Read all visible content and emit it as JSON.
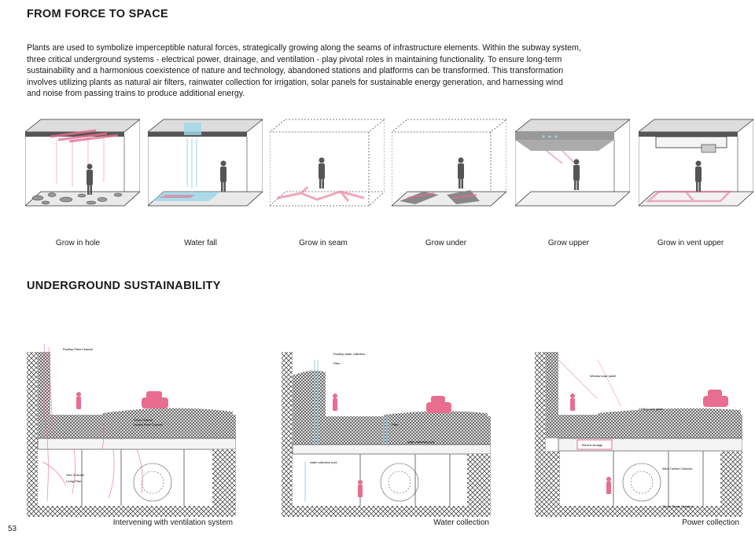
{
  "page": {
    "number": "53",
    "section1_title": "FROM FORCE TO SPACE",
    "section2_title": "UNDERGROUND SUSTAINABILITY",
    "intro_lines": [
      "Plants are used to symbolize imperceptible natural forces, strategically growing along the seams of infrastructure elements. Within the subway system,",
      "three critical underground systems - electrical power, drainage, and ventilation - play pivotal roles in maintaining functionality. To ensure long-term",
      "sustainability and a harmonious coexistence of nature and technology, abandoned stations and platforms can be transformed. This transformation",
      "involves utilizing plants as natural air filters, rainwater collection for irrigation, solar panels for sustainable energy generation, and harnessing wind",
      "and noise from passing trains to produce additional energy."
    ]
  },
  "diagrams": [
    {
      "caption": "Grow in hole"
    },
    {
      "caption": "Water fall"
    },
    {
      "caption": "Grow in seam"
    },
    {
      "caption": "Grow under"
    },
    {
      "caption": "Grow upper"
    },
    {
      "caption": "Grow in vent upper"
    }
  ],
  "sections": [
    {
      "caption": "Intervening with ventilation system",
      "labels": [
        "Rooftop Plant Channel",
        "Grow Channel",
        "Sealed Plant Channel",
        "Vent Channel",
        "Living Filter"
      ]
    },
    {
      "caption": "Water collection",
      "labels": [
        "Rooftop water collection",
        "Filter",
        "Filter",
        "water collection pool",
        "water collection pool"
      ]
    },
    {
      "caption": "Power collection",
      "labels": [
        "Window solar panel",
        "Ceiling solar panel",
        "Electric storage",
        "Wind Turbine Collector",
        "Sound Power Collector"
      ]
    }
  ],
  "colors": {
    "accent": "#e86d8e",
    "water": "#8fd3e8",
    "ink": "#1a1a1a"
  }
}
